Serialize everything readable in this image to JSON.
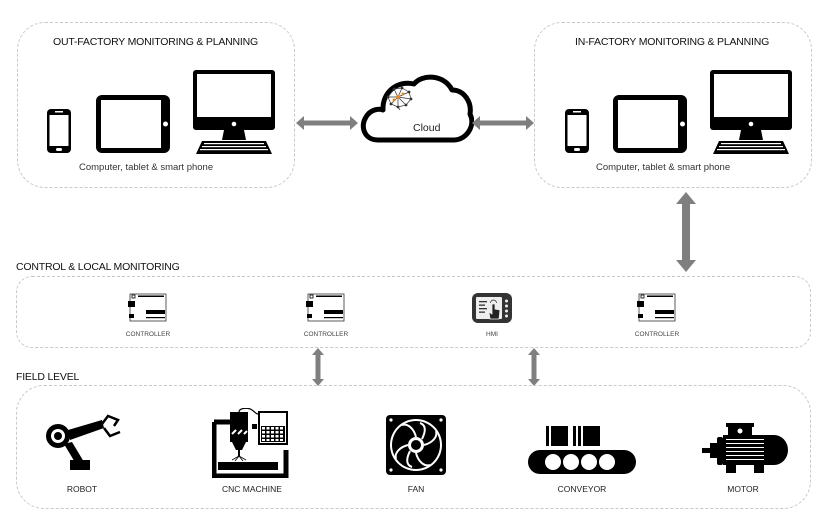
{
  "out_factory": {
    "title": "OUT-FACTORY MONITORING & PLANNING",
    "caption": "Computer, tablet & smart phone"
  },
  "in_factory": {
    "title": "IN-FACTORY MONITORING & PLANNING",
    "caption": "Computer, tablet & smart phone"
  },
  "cloud": {
    "label": "Cloud"
  },
  "control": {
    "title": "CONTROL & LOCAL MONITORING",
    "items": [
      {
        "label": "CONTROLLER",
        "icon": "controller-icon"
      },
      {
        "label": "CONTROLLER",
        "icon": "controller-icon"
      },
      {
        "label": "HMI",
        "icon": "hmi-touchscreen-icon"
      },
      {
        "label": "CONTROLLER",
        "icon": "controller-icon"
      }
    ]
  },
  "field": {
    "title": "FIELD LEVEL",
    "items": [
      {
        "label": "ROBOT",
        "icon": "robot-arm-icon"
      },
      {
        "label": "CNC MACHINE",
        "icon": "cnc-machine-icon"
      },
      {
        "label": "FAN",
        "icon": "fan-icon"
      },
      {
        "label": "CONVEYOR",
        "icon": "conveyor-icon"
      },
      {
        "label": "MOTOR",
        "icon": "motor-icon"
      }
    ]
  },
  "colors": {
    "arrow": "#7f7f7f",
    "icon": "#000000",
    "border": "#c8c8c8",
    "brain_accent": "#e08a2c"
  }
}
